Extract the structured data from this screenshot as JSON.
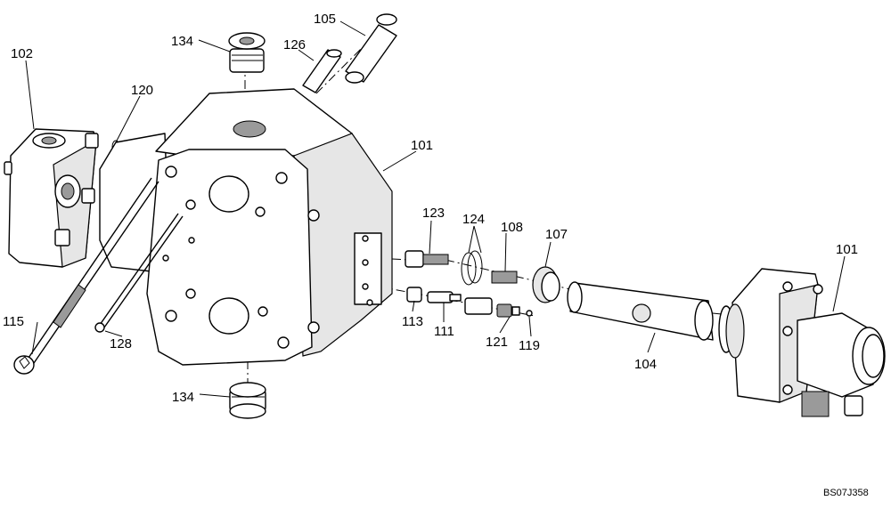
{
  "callouts": [
    {
      "id": "c105",
      "label": "105"
    },
    {
      "id": "c134a",
      "label": "134"
    },
    {
      "id": "c126",
      "label": "126"
    },
    {
      "id": "c102",
      "label": "102"
    },
    {
      "id": "c120",
      "label": "120"
    },
    {
      "id": "c101a",
      "label": "101"
    },
    {
      "id": "c123",
      "label": "123"
    },
    {
      "id": "c124",
      "label": "124"
    },
    {
      "id": "c108",
      "label": "108"
    },
    {
      "id": "c107",
      "label": "107"
    },
    {
      "id": "c101b",
      "label": "101"
    },
    {
      "id": "c115",
      "label": "115"
    },
    {
      "id": "c128",
      "label": "128"
    },
    {
      "id": "c113",
      "label": "113"
    },
    {
      "id": "c111",
      "label": "111"
    },
    {
      "id": "c121",
      "label": "121"
    },
    {
      "id": "c119",
      "label": "119"
    },
    {
      "id": "c104",
      "label": "104"
    },
    {
      "id": "c134b",
      "label": "134"
    }
  ],
  "drawing_code": "BS07J358"
}
